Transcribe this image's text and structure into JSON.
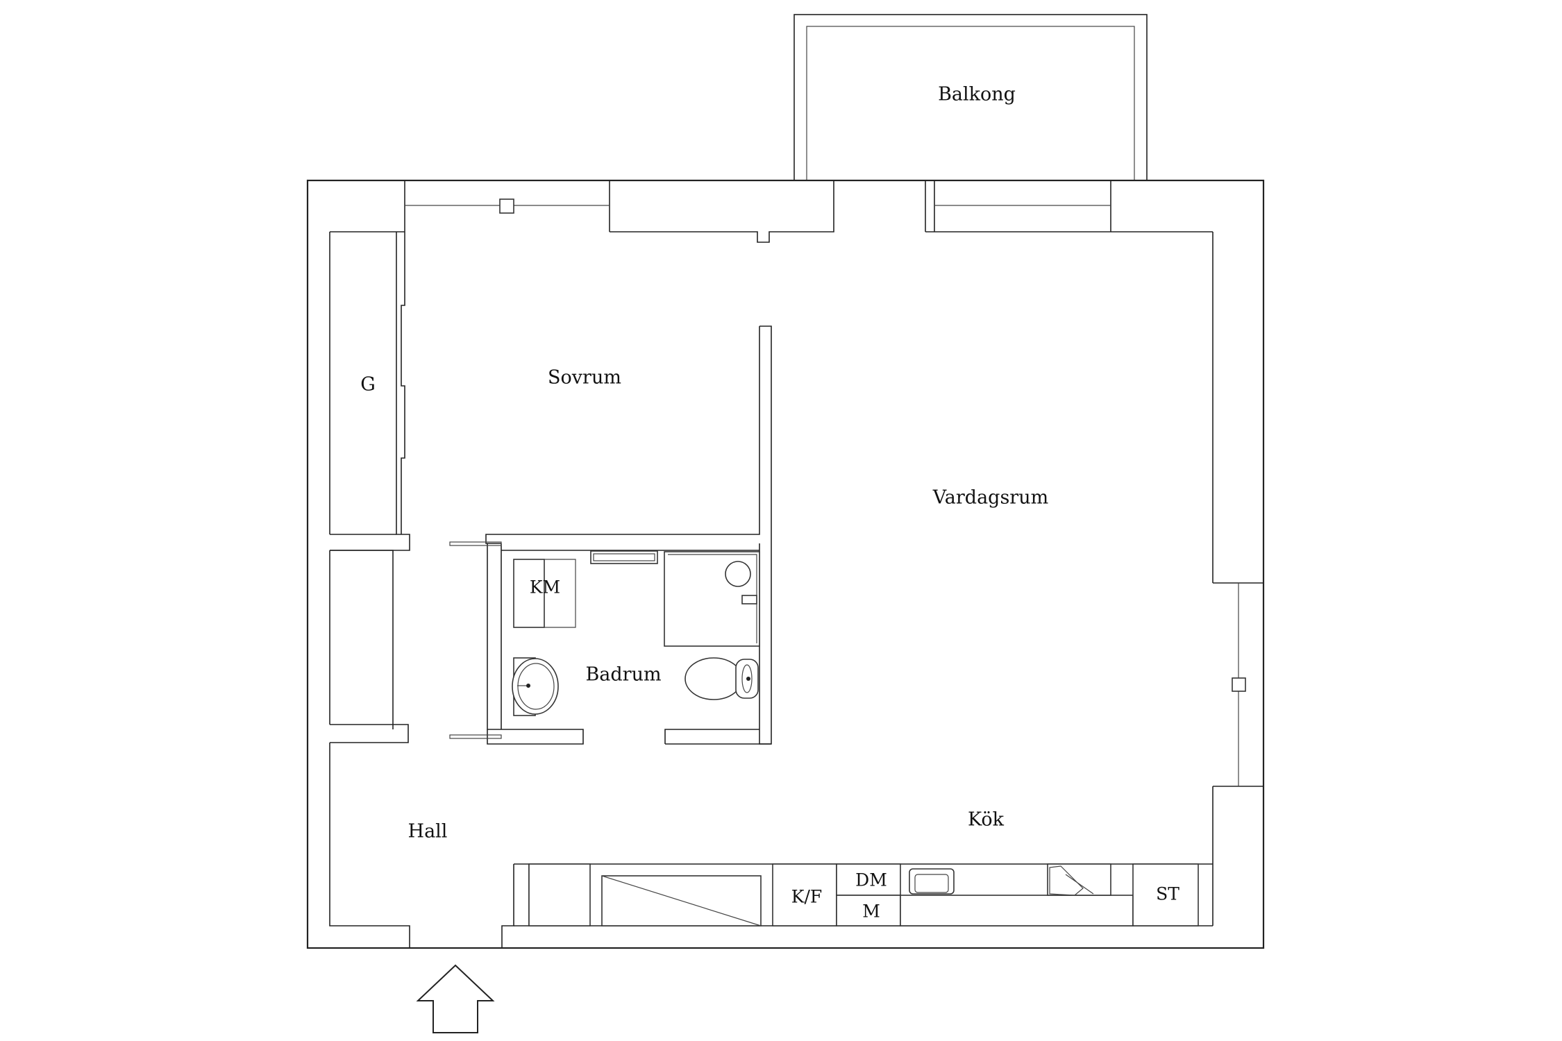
{
  "rooms": {
    "balkong": "Balkong",
    "sovrum": "Sovrum",
    "garderob": "G",
    "vardagsrum": "Vardagsrum",
    "km": "KM",
    "badrum": "Badrum",
    "hall": "Hall",
    "kok": "Kök"
  },
  "appliances": {
    "kyl_frys": "K/F",
    "diskmaskin": "DM",
    "mikro": "M",
    "stove": "ST"
  },
  "icons": {
    "entrance": "entrance-arrow-icon",
    "sink": "washbasin-icon",
    "toilet": "toilet-icon",
    "shower": "shower-icon",
    "kitchen_sink": "kitchen-sink-icon"
  }
}
